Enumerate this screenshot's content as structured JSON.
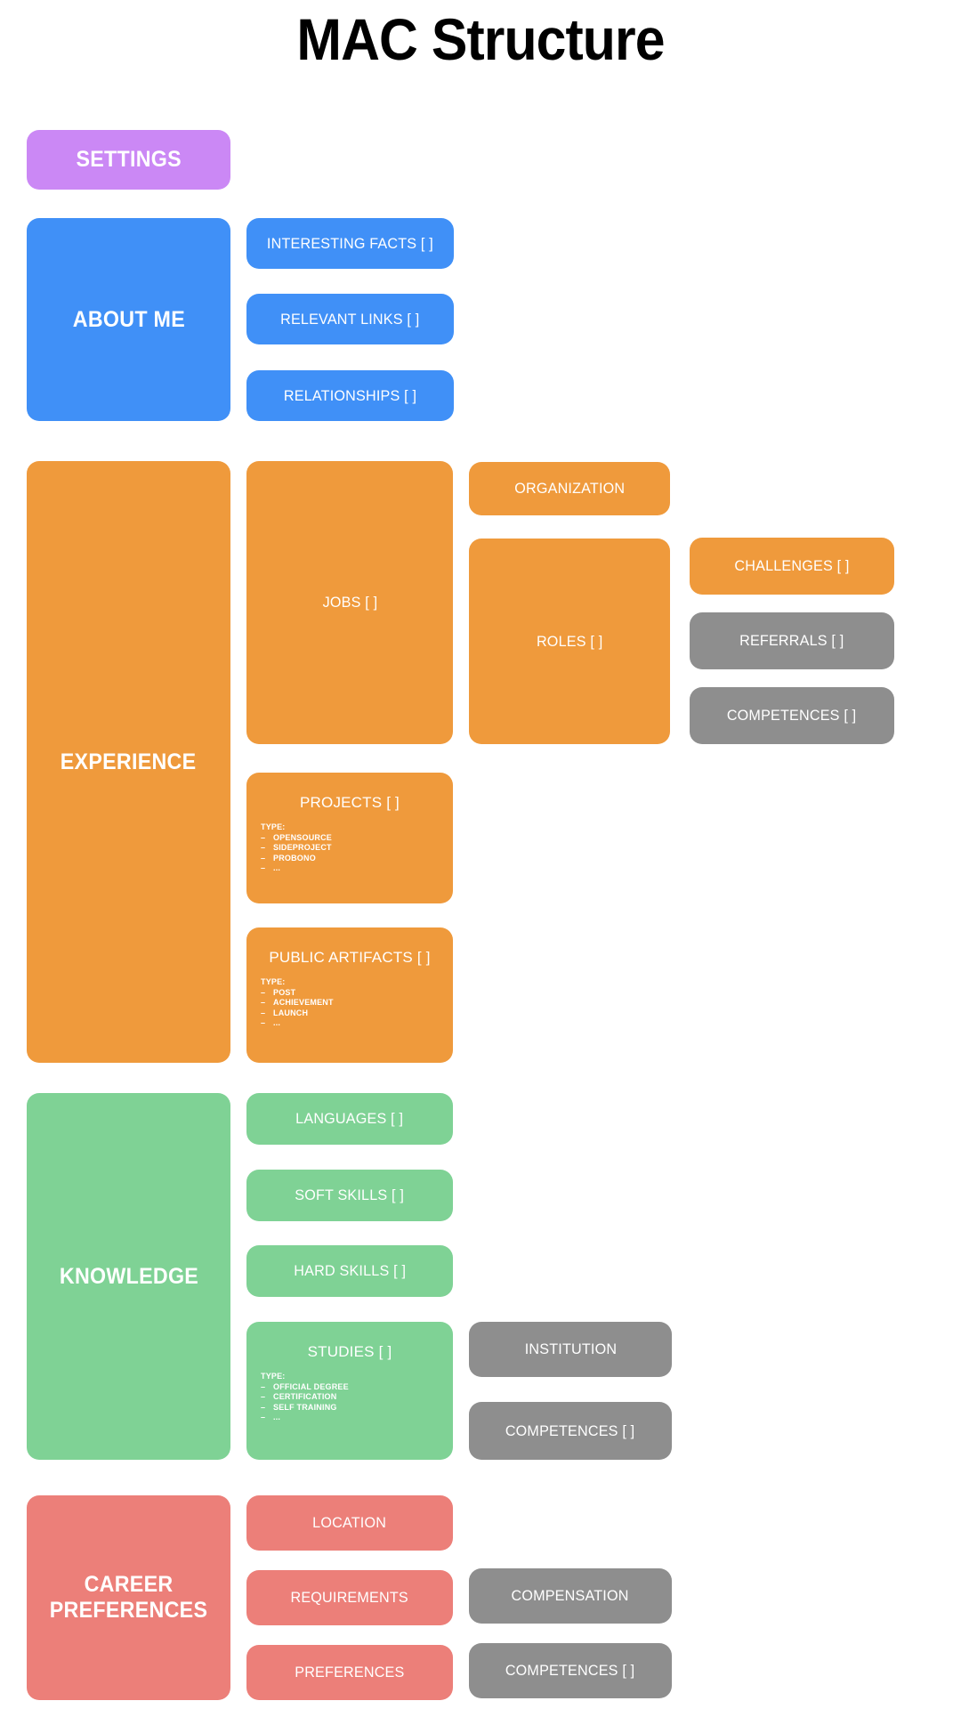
{
  "page": {
    "title": "MAC Structure",
    "background": "#ffffff"
  },
  "palette": {
    "settings": "#cb88f5",
    "about_me": "#4090f7",
    "experience": "#ef9a3c",
    "knowledge": "#7fd295",
    "career_preferences": "#ec7f79",
    "secondary": "#8e8e8e",
    "title_text": "#000000",
    "box_text": "#ffffff"
  },
  "sections": {
    "settings": {
      "label": "SETTINGS"
    },
    "about_me": {
      "label": "ABOUT ME",
      "children": [
        {
          "label": "INTERESTING FACTS [ ]"
        },
        {
          "label": "RELEVANT LINKS [ ]"
        },
        {
          "label": "RELATIONSHIPS [ ]"
        }
      ]
    },
    "experience": {
      "label": "EXPERIENCE",
      "jobs": {
        "label": "JOBS [ ]"
      },
      "organization": {
        "label": "ORGANIZATION"
      },
      "roles": {
        "label": "ROLES [ ]"
      },
      "challenges": {
        "label": "CHALLENGES [ ]"
      },
      "referrals": {
        "label": "REFERRALS [ ]"
      },
      "competences": {
        "label": "COMPETENCES [ ]"
      },
      "projects": {
        "label": "PROJECTS [ ]",
        "type_heading": "TYPE:",
        "types": [
          "OPENSOURCE",
          "SIDEPROJECT",
          "PROBONO",
          "..."
        ]
      },
      "public_artifacts": {
        "label": "PUBLIC ARTIFACTS [ ]",
        "type_heading": "TYPE:",
        "types": [
          "POST",
          "ACHIEVEMENT",
          "LAUNCH",
          "..."
        ]
      }
    },
    "knowledge": {
      "label": "KNOWLEDGE",
      "languages": {
        "label": "LANGUAGES [ ]"
      },
      "soft_skills": {
        "label": "SOFT SKILLS [ ]"
      },
      "hard_skills": {
        "label": "HARD SKILLS [ ]"
      },
      "studies": {
        "label": "STUDIES [ ]",
        "type_heading": "TYPE:",
        "types": [
          "OFFICIAL DEGREE",
          "CERTIFICATION",
          "SELF TRAINING",
          "..."
        ]
      },
      "institution": {
        "label": "INSTITUTION"
      },
      "competences": {
        "label": "COMPETENCES [ ]"
      }
    },
    "career_preferences": {
      "label": "CAREER PREFERENCES",
      "location": {
        "label": "LOCATION"
      },
      "requirements": {
        "label": "REQUIREMENTS"
      },
      "preferences": {
        "label": "PREFERENCES"
      },
      "compensation": {
        "label": "COMPENSATION"
      },
      "competences": {
        "label": "COMPETENCES [ ]"
      }
    }
  }
}
